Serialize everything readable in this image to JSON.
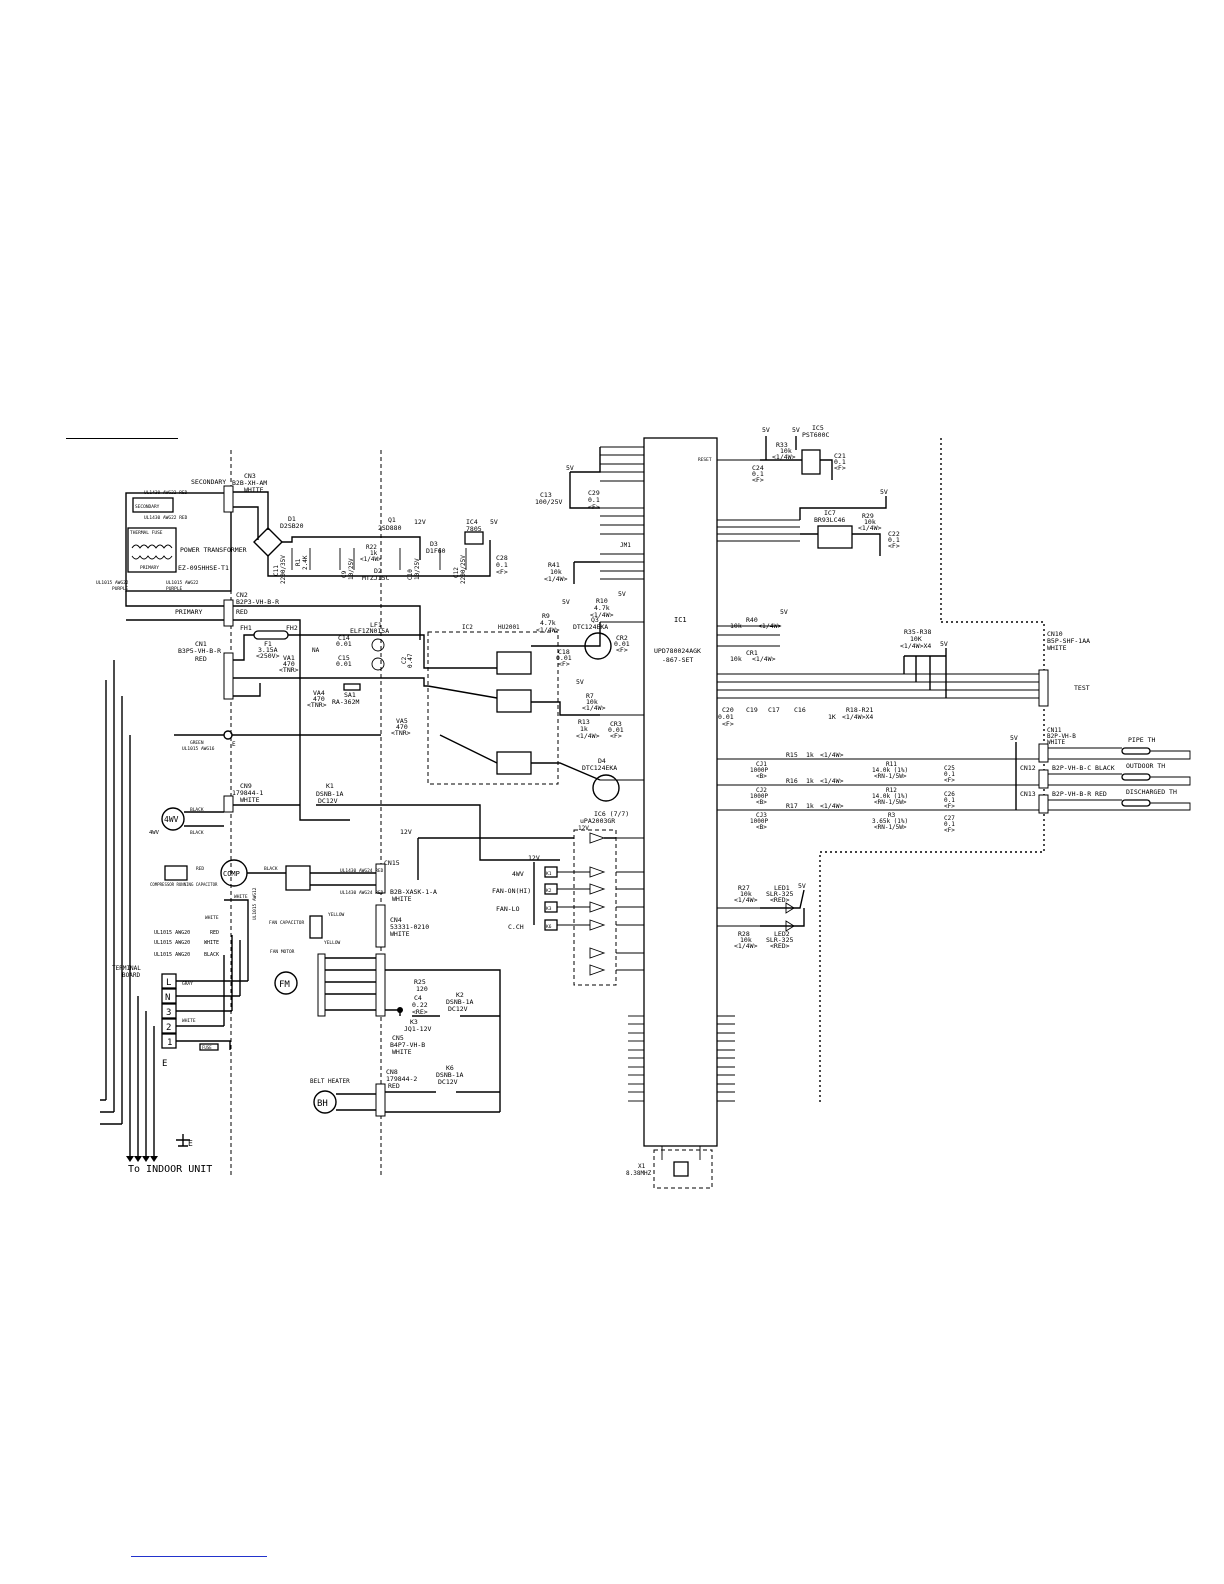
{
  "labels": {
    "secondary": "SECONDARY",
    "cn3": "CN3",
    "cn3_type": "B2B-XH-AM",
    "cn3_color": "WHITE",
    "ul_red_1": "UL1430 AWG22 RED",
    "ul_red_2": "UL1430 AWG22 RED",
    "secondary_box": "SECONDARY",
    "thermal_fuse": "THERMAL FUSE",
    "primary_box": "PRIMARY",
    "power_transformer": "POWER TRANSFORMER",
    "transformer_part": "EZ-095HHSE-T1",
    "ul_purple_1": "UL1015 AWG22",
    "ul_purple_2": "PURPLE",
    "ul_purple_3": "UL1015 AWG22",
    "ul_purple_4": "PURPLE",
    "d1": "D1",
    "d1_part": "D2SB20",
    "q1": "Q1",
    "q1_part": "2SD880",
    "v12_a": "12V",
    "ic4": "IC4",
    "ic4_part": "7805",
    "v5_a": "5V",
    "c11": "C11",
    "c11_val": "2200/35V",
    "r1": "R1",
    "r1_val": "2.4K",
    "r22": "R22",
    "r22_val": "1k",
    "r22_rating": "<1/4W>",
    "c9": "C9",
    "c9_val": "10/25V",
    "d3": "D3",
    "d3_part": "D1F60",
    "c12": "C12",
    "c12_val": "2200/25V",
    "c28": "C28",
    "c28_val": "0.1",
    "c28_type": "<F>",
    "d2": "D2",
    "d2_part": "MTZJ15C",
    "c10": "C10",
    "c10_val": "10/25V",
    "cn2": "CN2",
    "cn2_type": "B2P3-VH-B-R",
    "cn2_color": "RED",
    "primary_label": "PRIMARY",
    "cn1": "CN1",
    "cn1_type": "B3P5-VH-B-R",
    "cn1_color": "RED",
    "fh1": "FH1",
    "fh2": "FH2",
    "f1": "F1",
    "f1_val": "3.15A",
    "f1_rating": "<250V>",
    "va1": "VA1",
    "va1_val": "470",
    "va1_type": "<TNR>",
    "na": "NA",
    "c14": "C14",
    "c14_val": "0.01",
    "lf1": "LF1",
    "lf1_part": "ELF1ZN015A",
    "c15": "C15",
    "c15_val": "0.01",
    "c2": "C2",
    "c2_val": "0.47",
    "va4": "VA4",
    "va4_val": "470",
    "va4_type": "<TNR>",
    "sa1": "SA1",
    "sa1_part": "RA-362M",
    "va5": "VA5",
    "va5_val": "470",
    "va5_type": "<TNR>",
    "green": "GREEN",
    "ul_green": "UL1015 AWG16",
    "earth_e": "E",
    "cn9": "CN9",
    "cn9_type": "179844-1",
    "cn9_color": "WHITE",
    "k1": "K1",
    "k1_part": "DSNB-1A",
    "k1_coil": "DC12V",
    "wv4": "4WV",
    "wv4_side": "4WV",
    "black_1": "BLACK",
    "black_2": "BLACK",
    "v12_b": "12V",
    "cn15": "CN15",
    "comp": "COMP",
    "red_c": "RED",
    "black_c": "BLACK",
    "comp_cap": "COMPRESSOR RUNNING CAPACITOR",
    "ul_c1": "UL1430 AWG24 RED",
    "ul_c2": "UL1430 AWG24 RED",
    "cn15_type": "B2B-XASK-1-A",
    "cn15_color": "WHITE",
    "white_c": "WHITE",
    "ul_w1": "UL1015 AWG12",
    "ul_w2": "WHITE",
    "ul_w3": "UL1015 AWG20",
    "ul_w4": "RED",
    "ul_w5": "UL1015 AWG20",
    "ul_w6": "WHITE",
    "ul_w7": "UL1015 AWG20",
    "ul_w8": "BLACK",
    "fan_cap": "FAN CAPACITOR",
    "cn4": "CN4",
    "cn4_type": "53331-0210",
    "cn4_color": "WHITE",
    "yellow_1": "YELLOW",
    "yellow_2": "YELLOW",
    "fan_motor": "FAN MOTOR",
    "fm": "FM",
    "terminal_board_1": "TERMINAL",
    "terminal_board_2": "BOARD",
    "tb_l": "L",
    "tb_n": "N",
    "tb_3": "3",
    "tb_2": "2",
    "tb_1": "1",
    "tb_gray": "GRAY",
    "tb_white": "WHITE",
    "tb_fuse": "FUSE",
    "tb_e": "E",
    "r25": "R25",
    "r25_val": "120",
    "c4": "C4",
    "c4_val": "0.22",
    "c4_type": "<RE>",
    "k2": "K2",
    "k2_part": "DSNB-1A",
    "k2_coil": "DC12V",
    "k3": "K3",
    "k3_part": "JQ1-12V",
    "cn5": "CN5",
    "cn5_type": "B4P7-VH-B",
    "cn5_color": "WHITE",
    "belt_heater": "BELT HEATER",
    "bh": "BH",
    "cn8": "CN8",
    "cn8_type": "179844-2",
    "cn8_color": "RED",
    "k6": "K6",
    "k6_part": "DSNB-1A",
    "k6_coil": "DC12V",
    "indoor": "To INDOOR UNIT",
    "e_bottom": "E",
    "v5_b": "5V",
    "c13": "C13",
    "c13_val": "100/25V",
    "c29": "C29",
    "c29_val": "0.1",
    "c29_type": "<F>",
    "jm1": "JM1",
    "r41": "R41",
    "r41_val": "10k",
    "r41_rating": "<1/4W>",
    "ic2": "IC2",
    "ic2_part": "HU2001",
    "r9": "R9",
    "r9_val": "4.7k",
    "r9_rating": "<1/4W>",
    "r10": "R10",
    "r10_val": "4.7k",
    "r10_rating": "<1/4W>",
    "v5_c": "5V",
    "v5_d": "5V",
    "q3": "Q3",
    "q3_part": "DTC124EKA",
    "cr2": "CR2",
    "cr2_val": "0.01",
    "cr2_type": "<F>",
    "c18": "C18",
    "c18_val": "0.01",
    "c18_type": "<F>",
    "r7": "R7",
    "r7_val": "10k",
    "r7_rating": "<1/4W>",
    "r13": "R13",
    "r13_val": "1k",
    "r13_rating": "<1/4W>",
    "cr3": "CR3",
    "cr3_val": "0.01",
    "cr3_type": "<F>",
    "v5_e": "5V",
    "d4": "D4",
    "d4_part": "DTC124EKA",
    "ic6": "IC6 (7/7)",
    "ic6_part": "uPA2003GR",
    "v12_c": "12V",
    "out_4wv": "4WV",
    "out_fanhi": "FAN-ON(HI)",
    "out_fanlo": "FAN-LO",
    "out_cch": "C.CH",
    "k_k1": "K1",
    "k_k2": "K2",
    "k_k3": "K3",
    "k_k6": "K6",
    "v12_d": "12V",
    "ic1": "IC1",
    "ic1_part": "UPD780024AGK",
    "ic1_part2": "-867-SET",
    "x1": "X1",
    "x1_val": "8.38MHZ",
    "v5_f": "5V",
    "v5_g": "5V",
    "ic5": "IC5",
    "ic5_part": "PST600C",
    "r33": "R33",
    "r33_val": "10k",
    "r33_rating": "<1/4W>",
    "c24": "C24",
    "c24_val": "0.1",
    "c24_type": "<F>",
    "c21": "C21",
    "c21_val": "0.1",
    "c21_type": "<F>",
    "reset": "RESET",
    "v5_h": "5V",
    "ic7": "IC7",
    "ic7_part": "BR93LC46",
    "r29": "R29",
    "r29_val": "10k",
    "r29_rating": "<1/4W>",
    "c22": "C22",
    "c22_val": "0.1",
    "c22_type": "<F>",
    "r40": "R40",
    "r40_val": "10k",
    "r40_rating": "<1/4W>",
    "v5_i": "5V",
    "cr1": "CR1",
    "cr1_val": "10k",
    "cr1_rating": "<1/4W>",
    "r35": "R35-R38",
    "r35_val": "10K",
    "r35_rating": "<1/4W>X4",
    "v5_j": "5V",
    "cn10": "CN10",
    "cn10_type": "B5P-SHF-1AA",
    "cn10_color": "WHITE",
    "test": "TEST",
    "c20": "C20",
    "c19": "C19",
    "c17": "C17",
    "c16": "C16",
    "c20_val": "0.01",
    "c20_type": "<F>",
    "r18": "R18-R21",
    "r18_val": "1K",
    "r18_rating": "<1/4W>X4",
    "v5_k": "5V",
    "cn11": "CN11",
    "cn11_type": "B2P-VH-B",
    "cn11_color": "WHITE",
    "pipe_th": "PIPE TH",
    "outdoor_th": "OUTDOOR TH",
    "disch_th": "DISCHARGED TH",
    "cn12": "CN12",
    "cn12_type": "B2P-VH-B-C BLACK",
    "cn13": "CN13",
    "cn13_type": "B2P-VH-B-R RED",
    "r15": "R15",
    "r15_val": "1k",
    "r15_rating": "<1/4W>",
    "r16": "R16",
    "r16_val": "1k",
    "r16_rating": "<1/4W>",
    "r17": "R17",
    "r17_val": "1k",
    "r17_rating": "<1/4W>",
    "cj1": "CJ1",
    "cj1_val": "1000P",
    "cj1_type": "<B>",
    "cj2": "CJ2",
    "cj2_val": "1000P",
    "cj2_type": "<B>",
    "cj3": "CJ3",
    "cj3_val": "1000P",
    "cj3_type": "<B>",
    "r11": "R11",
    "r11_val": "14.0k (1%)",
    "r11_rating": "<RN-1/5W>",
    "r12": "R12",
    "r12_val": "14.0k (1%)",
    "r12_rating": "<RN-1/5W>",
    "r3": "R3",
    "r3_val": "3.65k (1%)",
    "r3_rating": "<RN-1/5W>",
    "c25": "C25",
    "c25_val": "0.1",
    "c25_type": "<F>",
    "c26": "C26",
    "c26_val": "0.1",
    "c26_type": "<F>",
    "c27": "C27",
    "c27_val": "0.1",
    "c27_type": "<F>",
    "r27": "R27",
    "r27_val": "10k",
    "r27_rating": "<1/4W>",
    "r28": "R28",
    "r28_val": "10k",
    "r28_rating": "<1/4W>",
    "led1": "LED1",
    "led1_part": "SLR-325",
    "led1_color": "<RED>",
    "led2": "LED2",
    "led2_part": "SLR-325",
    "led2_color": "<RED>",
    "v5_l": "5V"
  }
}
